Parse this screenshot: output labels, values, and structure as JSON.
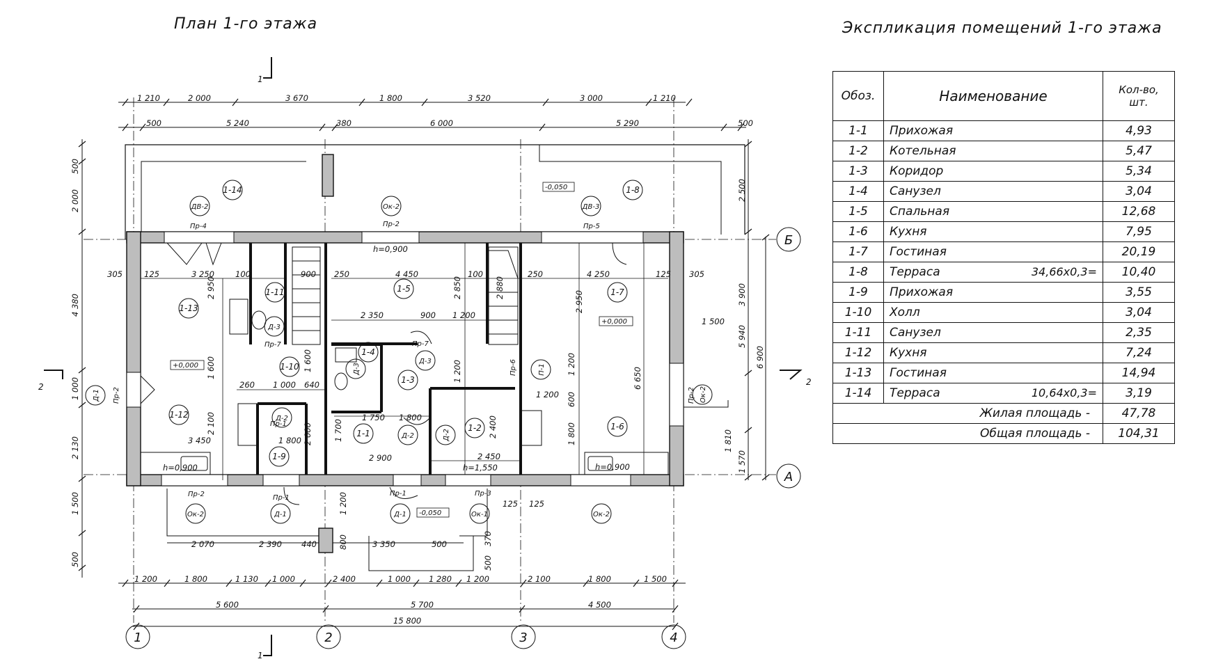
{
  "plan_title": "План 1-го этажа",
  "explication_title": "Экспликация помещений 1-го этажа",
  "table": {
    "headers": [
      "Обоз.",
      "Наименование",
      "Кол-во, шт."
    ],
    "rows": [
      {
        "id": "1-1",
        "name": "Прихожая",
        "calc": "",
        "value": "4,93"
      },
      {
        "id": "1-2",
        "name": "Котельная",
        "calc": "",
        "value": "5,47"
      },
      {
        "id": "1-3",
        "name": "Коридор",
        "calc": "",
        "value": "5,34"
      },
      {
        "id": "1-4",
        "name": "Санузел",
        "calc": "",
        "value": "3,04"
      },
      {
        "id": "1-5",
        "name": "Спальная",
        "calc": "",
        "value": "12,68"
      },
      {
        "id": "1-6",
        "name": "Кухня",
        "calc": "",
        "value": "7,95"
      },
      {
        "id": "1-7",
        "name": "Гостиная",
        "calc": "",
        "value": "20,19"
      },
      {
        "id": "1-8",
        "name": "Терраса",
        "calc": "34,66х0,3=",
        "value": "10,40"
      },
      {
        "id": "1-9",
        "name": "Прихожая",
        "calc": "",
        "value": "3,55"
      },
      {
        "id": "1-10",
        "name": "Холл",
        "calc": "",
        "value": "3,04"
      },
      {
        "id": "1-11",
        "name": "Санузел",
        "calc": "",
        "value": "2,35"
      },
      {
        "id": "1-12",
        "name": "Кухня",
        "calc": "",
        "value": "7,24"
      },
      {
        "id": "1-13",
        "name": "Гостиная",
        "calc": "",
        "value": "14,94"
      },
      {
        "id": "1-14",
        "name": "Терраса",
        "calc": "10,64х0,3=",
        "value": "3,19"
      }
    ],
    "living_label": "Жилая площадь -",
    "living_value": "47,78",
    "total_label": "Общая площадь -",
    "total_value": "104,31"
  },
  "dims_top_1": [
    "1 210",
    "2 000",
    "3 670",
    "1 800",
    "3 520",
    "3 000",
    "1 210"
  ],
  "dims_top_2": [
    "500",
    "5 240",
    "380",
    "6 000",
    "5 290",
    "500"
  ],
  "dims_bottom_1": [
    "1 200",
    "1 800",
    "1 130",
    "1 000",
    "2 400",
    "1 000",
    "1 280",
    "1 200",
    "2 100",
    "1 800",
    "1 500"
  ],
  "dims_bottom_2": [
    "5 600",
    "5 700",
    "4 500"
  ],
  "dim_total": "15 800",
  "dims_left": [
    "500",
    "2 000",
    "4 380",
    "1 000",
    "2 130",
    "1 500",
    "500"
  ],
  "dims_right": [
    "2 500",
    "3 900",
    "5 940",
    "6 900",
    "1 810",
    "1 570"
  ],
  "axes": {
    "a1": "1",
    "a2": "2",
    "a3": "3",
    "a4": "4",
    "aB": "Б",
    "aA": "А"
  },
  "cuts": {
    "c1": "1",
    "c2": "2"
  },
  "rooms": {
    "r1_1": "1-1",
    "r1_2": "1-2",
    "r1_3": "1-3",
    "r1_4": "1-4",
    "r1_5": "1-5",
    "r1_6": "1-6",
    "r1_7": "1-7",
    "r1_8": "1-8",
    "r1_9": "1-9",
    "r1_10": "1-10",
    "r1_11": "1-11",
    "r1_12": "1-12",
    "r1_13": "1-13",
    "r1_14": "1-14"
  },
  "openings": {
    "dv2": "ДВ-2",
    "dv3": "ДВ-3",
    "ok2a": "Ок-2",
    "ok2b": "Ок-2",
    "ok2c": "Ок-2",
    "ok2d": "Ок-2",
    "ok1": "Ок-1",
    "d1a": "Д-1",
    "d1b": "Д-1",
    "d1c": "Д-1",
    "d2a": "Д-2",
    "d2b": "Д-2",
    "d2c": "Д-2",
    "d3a": "Д-3",
    "d3b": "Д-3",
    "d3c": "Д-3",
    "p1": "П-1"
  },
  "levels": {
    "l1": "-0,050",
    "l2": "+0,000",
    "l3": "+0,000",
    "l4": "-0,050"
  },
  "heights": {
    "h1": "h=0,900",
    "h2": "h=0,900",
    "h3": "h=1,550",
    "h4": "h=0,900"
  },
  "lintels": {
    "pr4": "Пр-4",
    "pr2a": "Пр-2",
    "pr5": "Пр-5",
    "pr7a": "Пр-7",
    "pr7b": "Пр-7",
    "pr1a": "Пр-1",
    "pr1b": "Пр-1",
    "pr1c": "Пр-1",
    "pr2b": "Пр-2",
    "pr3": "Пр-3",
    "pr6": "Пр-6",
    "pr2c": "Пр-2",
    "pr2d": "Пр-2"
  },
  "inner_dims": {
    "i305a": "305",
    "i125a": "125",
    "i3250": "3 250",
    "i100a": "100",
    "i900a": "900",
    "i250a": "250",
    "i4450": "4 450",
    "i100b": "100",
    "i250b": "250",
    "i4250": "4 250",
    "i125b": "125",
    "i305b": "305",
    "i2350": "2 350",
    "i900b": "900",
    "i1200a": "1 200",
    "i1500": "1 500",
    "i2950a": "2 950",
    "i2950b": "2 950",
    "i2850": "2 850",
    "i2880": "2 880",
    "i6650": "6 650",
    "i1600a": "1 600",
    "i1600b": "1 600",
    "i1200b": "1 200",
    "i1200c": "1 200",
    "i260": "260",
    "i1000": "1 000",
    "i640": "640",
    "i1750": "1 750",
    "i1800a": "1 800",
    "i1200d": "1 200",
    "i3450": "3 450",
    "i1800b": "1 800",
    "i2100": "2 100",
    "i2900": "2 900",
    "i2450": "2 450",
    "i2400": "2 400",
    "i1700": "1 700",
    "i2000": "2 000",
    "i1800c": "1 800",
    "i600": "600",
    "i2070": "2 070",
    "i2390": "2 390",
    "i440": "440",
    "i3350": "3 350",
    "i500a": "500",
    "i800": "800",
    "i370": "370",
    "i500b": "500",
    "i1200e": "1 200",
    "i125c": "125",
    "i125d": "125"
  }
}
